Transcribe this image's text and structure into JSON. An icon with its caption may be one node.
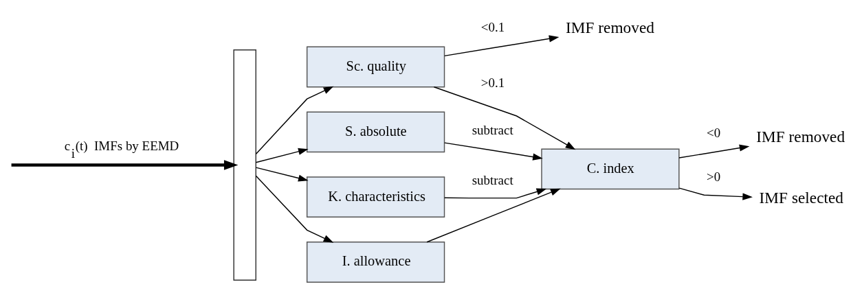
{
  "diagram": {
    "nodes": [
      {
        "text": [],
        "shape": "box"
      },
      {
        "text": [
          "Sc. quality"
        ]
      },
      {
        "text": [
          "S. absolute"
        ]
      },
      {
        "text": [
          "K. characteristics"
        ]
      },
      {
        "text": [
          "I. allowance"
        ]
      },
      {
        "text": [
          "C. index"
        ]
      },
      {
        "text": [
          "IMF removed"
        ]
      },
      {
        "text": [
          "IMF removed"
        ]
      },
      {
        "text": [
          "IMF selected"
        ]
      }
    ],
    "edges": [
      {
        "from": null,
        "to": 0,
        "arrow": "to",
        "label": "c$_{i}$(t)  IMFs by EEMD",
        "style": "thick"
      },
      {
        "from": 0,
        "to": 1,
        "arrow": "to"
      },
      {
        "from": 0,
        "to": 2,
        "arrow": "to"
      },
      {
        "from": 0,
        "to": 3,
        "arrow": "to"
      },
      {
        "from": 0,
        "to": 4,
        "arrow": "to"
      },
      {
        "from": 1,
        "to": 6,
        "arrow": "to",
        "label": "<0.1"
      },
      {
        "from": 1,
        "to": 5,
        "arrow": "to",
        "label": ">0.1"
      },
      {
        "from": 2,
        "to": 5,
        "arrow": "to",
        "label": "subtract"
      },
      {
        "from": 3,
        "to": 5,
        "arrow": "to",
        "label": "subtract"
      },
      {
        "from": 4,
        "to": 5,
        "arrow": "to"
      },
      {
        "from": 5,
        "to": 7,
        "arrow": "to",
        "label": "<0"
      },
      {
        "from": 5,
        "to": 8,
        "arrow": "to",
        "label": ">0"
      }
    ]
  }
}
